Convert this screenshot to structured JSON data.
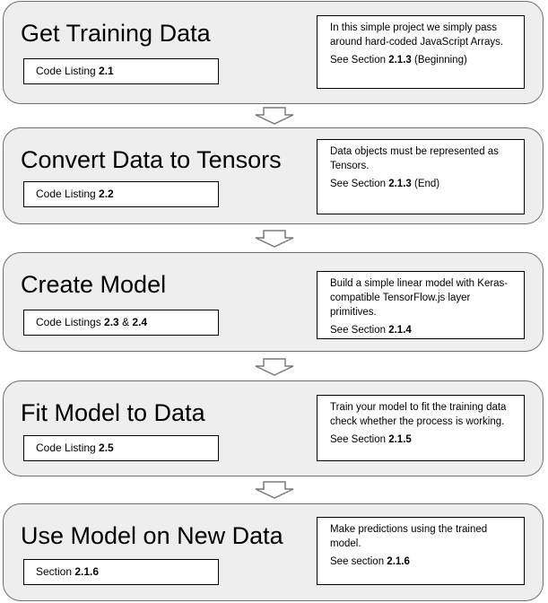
{
  "steps": [
    {
      "title": "Get Training Data",
      "listing_prefix": "Code Listing ",
      "listing_bold": "2.1",
      "listing_suffix": "",
      "listing_bold2": "",
      "note_desc": "In this simple project we simply pass around hard-coded JavaScript Arrays.",
      "ref_prefix": "See Section ",
      "ref_bold": "2.1.3",
      "ref_suffix": " (Beginning)"
    },
    {
      "title": "Convert Data to Tensors",
      "listing_prefix": "Code Listing ",
      "listing_bold": "2.2",
      "listing_suffix": "",
      "listing_bold2": "",
      "note_desc": "Data objects must be represented as Tensors.",
      "ref_prefix": "See Section ",
      "ref_bold": "2.1.3",
      "ref_suffix": " (End)"
    },
    {
      "title": "Create Model",
      "listing_prefix": "Code Listings ",
      "listing_bold": "2.3",
      "listing_suffix": " & ",
      "listing_bold2": "2.4",
      "note_desc": "Build a simple linear model with Keras-compatible TensorFlow.js layer primitives.",
      "ref_prefix": "See Section ",
      "ref_bold": "2.1.4",
      "ref_suffix": ""
    },
    {
      "title": "Fit Model to Data",
      "listing_prefix": "Code Listing ",
      "listing_bold": "2.5",
      "listing_suffix": "",
      "listing_bold2": "",
      "note_desc": "Train your model to fit the training data check whether the process is working.",
      "ref_prefix": "See Section ",
      "ref_bold": "2.1.5",
      "ref_suffix": ""
    },
    {
      "title": "Use Model on New Data",
      "listing_prefix": "Section ",
      "listing_bold": "2.1.6",
      "listing_suffix": "",
      "listing_bold2": "",
      "note_desc": "Make predictions using the trained model.",
      "ref_prefix": "See section ",
      "ref_bold": "2.1.6",
      "ref_suffix": ""
    }
  ],
  "colors": {
    "step_fill": "#eeeeee",
    "step_border": "#6f6f6f",
    "arrow_fill": "#ffffff",
    "arrow_stroke": "#7a7a7a"
  }
}
